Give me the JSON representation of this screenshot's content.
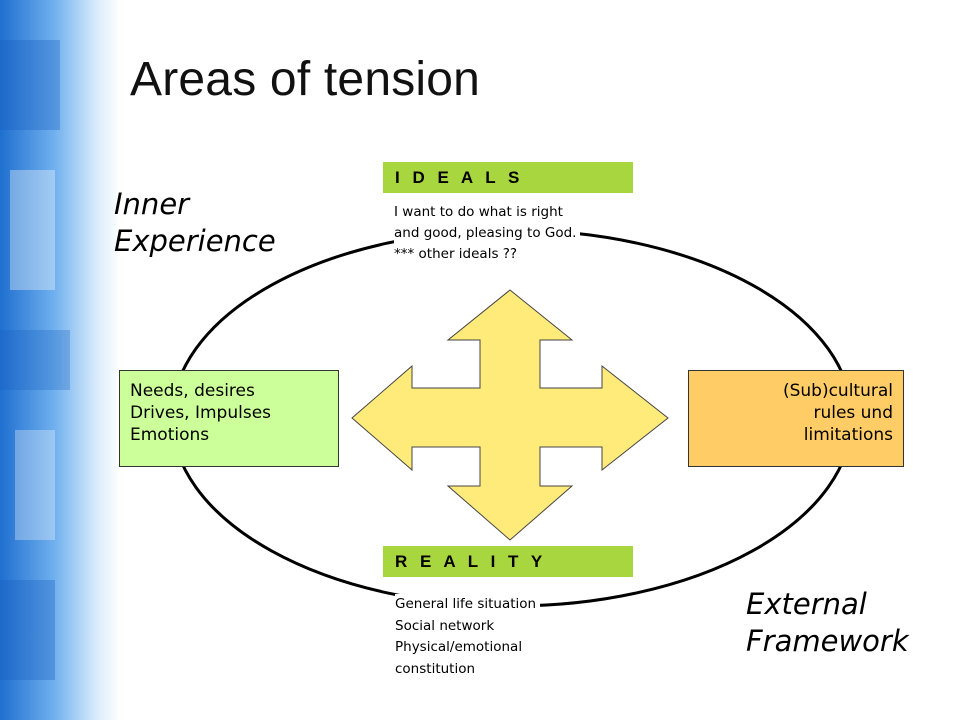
{
  "title": "Areas of tension",
  "labels": {
    "inner": [
      "Inner",
      "Experience"
    ],
    "external": [
      "External",
      "Framework"
    ]
  },
  "ideals": {
    "band": "I D E A L S",
    "lines": [
      "I want to do what is right",
      "and good, pleasing to God.",
      "*** other ideals ??"
    ]
  },
  "reality": {
    "band": "R E A L I T Y",
    "lines": [
      "General life situation",
      "Social network",
      "Physical/emotional",
      "constitution"
    ]
  },
  "left_box": {
    "lines": [
      "Needs, desires",
      "Drives, Impulses",
      "Emotions"
    ]
  },
  "right_box": {
    "lines": [
      "(Sub)cultural",
      "rules und",
      "limitations"
    ]
  },
  "colors": {
    "band_green": "#a8d63f",
    "left_box_green": "#ccff99",
    "right_box_orange": "#ffcc66",
    "arrow_fill": "#ffeb7a",
    "sidebar_blue": "#2f7fd6"
  }
}
